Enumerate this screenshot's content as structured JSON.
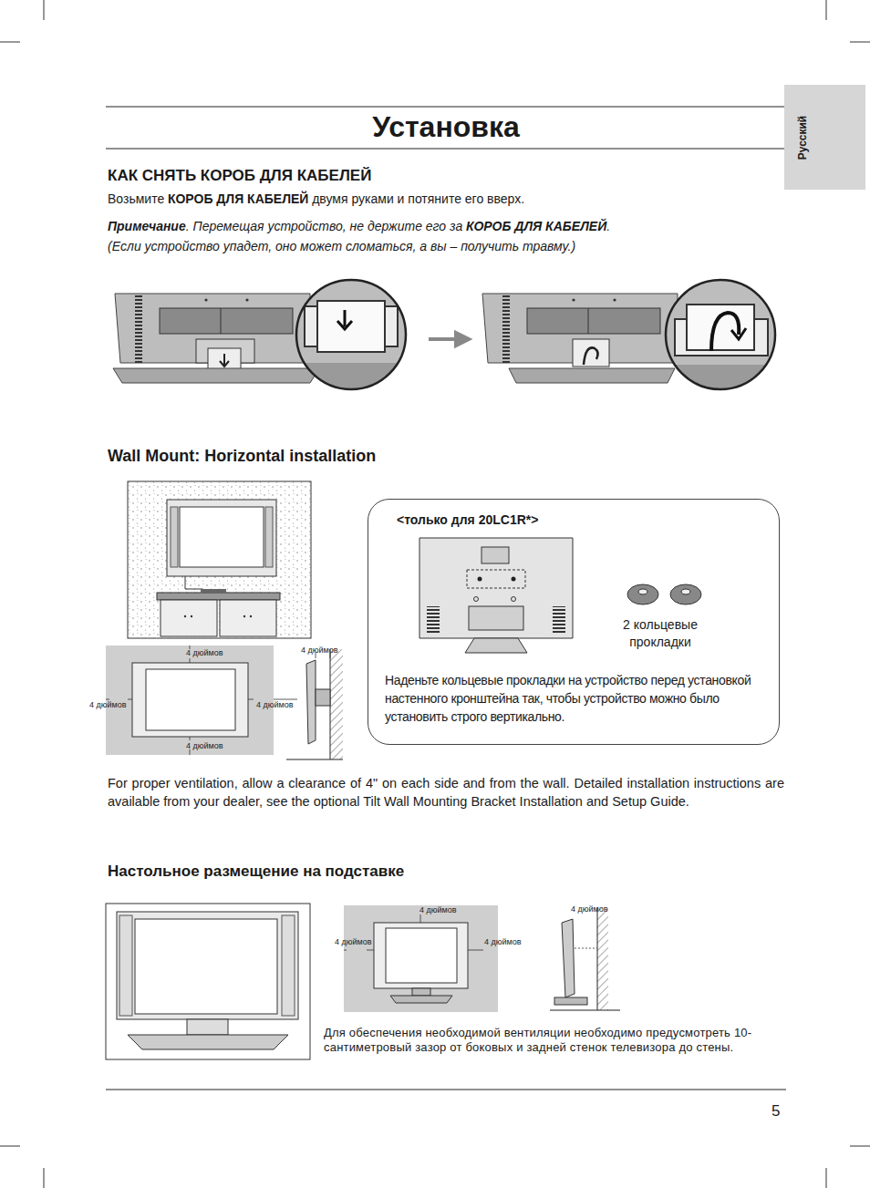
{
  "diagram": {
    "title": "Установка",
    "nodes": [
      {
        "text": [
          "Русский"
        ]
      },
      {
        "text": [
          "<только для 20LC1R*>",
          "2 кольцевые прокладки",
          "Наденьте кольцевые прокладки на устройство перед установкой настенного кронштейна так, чтобы устройство можно было установить строго вертикально."
        ]
      }
    ],
    "labels": [
      "КАК СНЯТЬ КОРОБ ДЛЯ КАБЕЛЕЙ",
      "Возьмите",
      "КОРОБ ДЛЯ КАБЕЛЕЙ",
      "двумя руками и потяните его вверх.",
      "Примечание",
      ". Перемещая устройство, не держите его за",
      "КОРОБ ДЛЯ КАБЕЛЕЙ",
      ".",
      "(Если устройство упадет, оно может сломаться, а вы – получить травму.)",
      "Wall Mount: Horizontal installation",
      "4 дюймов",
      "4 дюймов",
      "4 дюймов",
      "4 дюймов",
      "4 дюймов",
      "For proper ventilation, allow a clearance of 4\" on each side and from the wall. Detailed installation instructions are available from your dealer, see the optional Tilt Wall Mounting Bracket Installation and Setup Guide.",
      "Настольное размещение на подставке",
      "4 дюймов",
      "4 дюймов",
      "4 дюймов",
      "4 дюймов",
      "Для обеспечения необходимой вентиляции необходимо предусмотреть 10-сантиметровый зазор от боковых и задней стенок телевизора до стены.",
      "5"
    ]
  }
}
